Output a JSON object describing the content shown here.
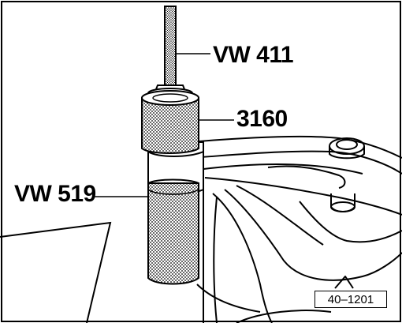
{
  "labels": {
    "tool_top": "VW 411",
    "tool_middle": "3160",
    "tool_bottom": "VW 519"
  },
  "figure_code": "40–1201",
  "colors": {
    "ink": "#000000",
    "paper": "#ffffff",
    "stipple": "#9a9a9a"
  }
}
